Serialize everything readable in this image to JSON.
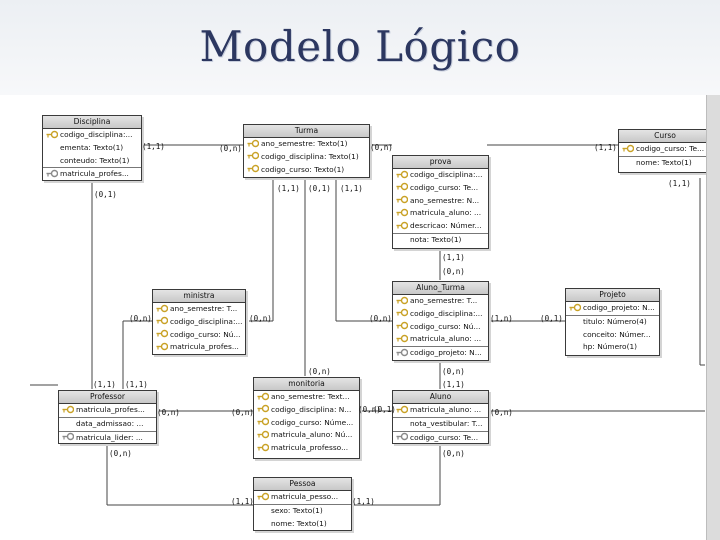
{
  "title": "Modelo Lógico",
  "entities": {
    "disciplina": {
      "name": "Disciplina",
      "rows": [
        {
          "text": "codigo_disciplina:...",
          "icon": "pk"
        },
        {
          "text": "ementa: Texto(1)",
          "icon": "none"
        },
        {
          "text": "conteudo: Texto(1)",
          "icon": "none"
        },
        {
          "text": "matricula_profes...",
          "icon": "fk"
        }
      ]
    },
    "turma": {
      "name": "Turma",
      "rows": [
        {
          "text": "ano_semestre: Texto(1)",
          "icon": "pk"
        },
        {
          "text": "codigo_disciplina: Texto(1)",
          "icon": "pk"
        },
        {
          "text": "codigo_curso: Texto(1)",
          "icon": "pk"
        }
      ]
    },
    "prova": {
      "name": "prova",
      "rows": [
        {
          "text": "codigo_disciplina:...",
          "icon": "pk"
        },
        {
          "text": "codigo_curso: Te...",
          "icon": "pk"
        },
        {
          "text": "ano_semestre: N...",
          "icon": "pk"
        },
        {
          "text": "matricula_aluno: ...",
          "icon": "pk"
        },
        {
          "text": "descricao: Númer...",
          "icon": "pk"
        },
        {
          "text": "nota: Texto(1)",
          "icon": "none"
        }
      ]
    },
    "curso": {
      "name": "Curso",
      "rows": [
        {
          "text": "codigo_curso: Te...",
          "icon": "pk"
        },
        {
          "text": "nome: Texto(1)",
          "icon": "none"
        }
      ]
    },
    "ministra": {
      "name": "ministra",
      "rows": [
        {
          "text": "ano_semestre: T...",
          "icon": "pk"
        },
        {
          "text": "codigo_disciplina:...",
          "icon": "pk"
        },
        {
          "text": "codigo_curso: Nú...",
          "icon": "pk"
        },
        {
          "text": "matricula_profes...",
          "icon": "pk"
        }
      ]
    },
    "aluno_turma": {
      "name": "Aluno_Turma",
      "rows": [
        {
          "text": "ano_semestre: T...",
          "icon": "pk"
        },
        {
          "text": "codigo_disciplina:...",
          "icon": "pk"
        },
        {
          "text": "codigo_curso: Nú...",
          "icon": "pk"
        },
        {
          "text": "matricula_aluno: ...",
          "icon": "pk"
        },
        {
          "text": "codigo_projeto: N...",
          "icon": "fk"
        }
      ]
    },
    "projeto": {
      "name": "Projeto",
      "rows": [
        {
          "text": "codigo_projeto: N...",
          "icon": "pk"
        },
        {
          "text": "titulo: Número(4)",
          "icon": "none"
        },
        {
          "text": "conceito: Númer...",
          "icon": "none"
        },
        {
          "text": "hp: Número(1)",
          "icon": "none"
        }
      ]
    },
    "professor": {
      "name": "Professor",
      "rows": [
        {
          "text": "matricula_profes...",
          "icon": "pk"
        },
        {
          "text": "data_admissao: ...",
          "icon": "none"
        },
        {
          "text": "matricula_lider: ...",
          "icon": "fk"
        }
      ]
    },
    "monitoria": {
      "name": "monitoria",
      "rows": [
        {
          "text": "ano_semestre: Text...",
          "icon": "pk"
        },
        {
          "text": "codigo_disciplina: N...",
          "icon": "pk"
        },
        {
          "text": "codigo_curso: Núme...",
          "icon": "pk"
        },
        {
          "text": "matricula_aluno: Nú...",
          "icon": "pk"
        },
        {
          "text": "matricula_professo...",
          "icon": "pk"
        }
      ]
    },
    "aluno": {
      "name": "Aluno",
      "rows": [
        {
          "text": "matricula_aluno: ...",
          "icon": "pk"
        },
        {
          "text": "nota_vestibular: T...",
          "icon": "none"
        },
        {
          "text": "codigo_curso: Te...",
          "icon": "fk"
        }
      ]
    },
    "pessoa": {
      "name": "Pessoa",
      "rows": [
        {
          "text": "matricula_pesso...",
          "icon": "pk"
        },
        {
          "text": "sexo: Texto(1)",
          "icon": "none"
        },
        {
          "text": "nome: Texto(1)",
          "icon": "none"
        }
      ]
    }
  },
  "cardinalities": [
    "(1,1)",
    "(0,n)",
    "(0,n)",
    "(1,1)",
    "(0,1)",
    "(1,1)",
    "(0,1)",
    "(1,1)",
    "(1,1)",
    "(1,1)",
    "(0,n)",
    "(0,n)",
    "(0,n)",
    "(0,n)",
    "(1,n)",
    "(0,1)",
    "(1,1)",
    "(1,1)",
    "(0,n)",
    "(1,1)",
    "(0,n)",
    "(0,n)",
    "(0,n)",
    "(0,n)",
    "(0,1)",
    "(0,n)",
    "(0,n)",
    "(0,n)",
    "(1,1)",
    "(1,1)"
  ]
}
